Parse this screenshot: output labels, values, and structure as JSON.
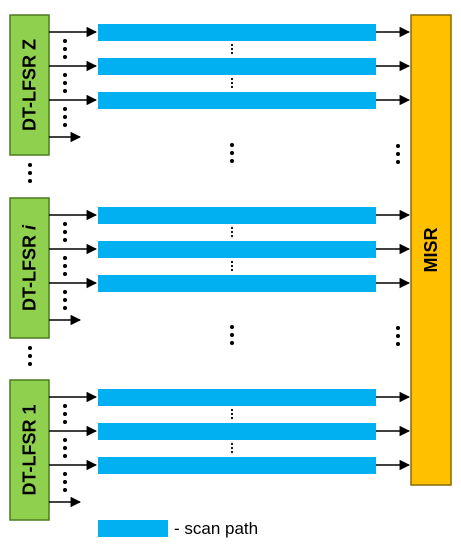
{
  "lfsr_blocks": [
    {
      "label": "DT-LFSR ",
      "suffix": "Z",
      "suffix_italic": false
    },
    {
      "label": "DT-LFSR ",
      "suffix": "i",
      "suffix_italic": true
    },
    {
      "label": "DT-LFSR ",
      "suffix": "1",
      "suffix_italic": false
    }
  ],
  "misr": {
    "label": "MISR"
  },
  "legend": {
    "text": "- scan path"
  },
  "colors": {
    "lfsr_fill": "#8fd14f",
    "lfsr_stroke": "#4a7a1f",
    "misr_fill": "#ffc000",
    "misr_stroke": "#8a6a00",
    "scan_path": "#00b0f0",
    "line": "#000000"
  }
}
